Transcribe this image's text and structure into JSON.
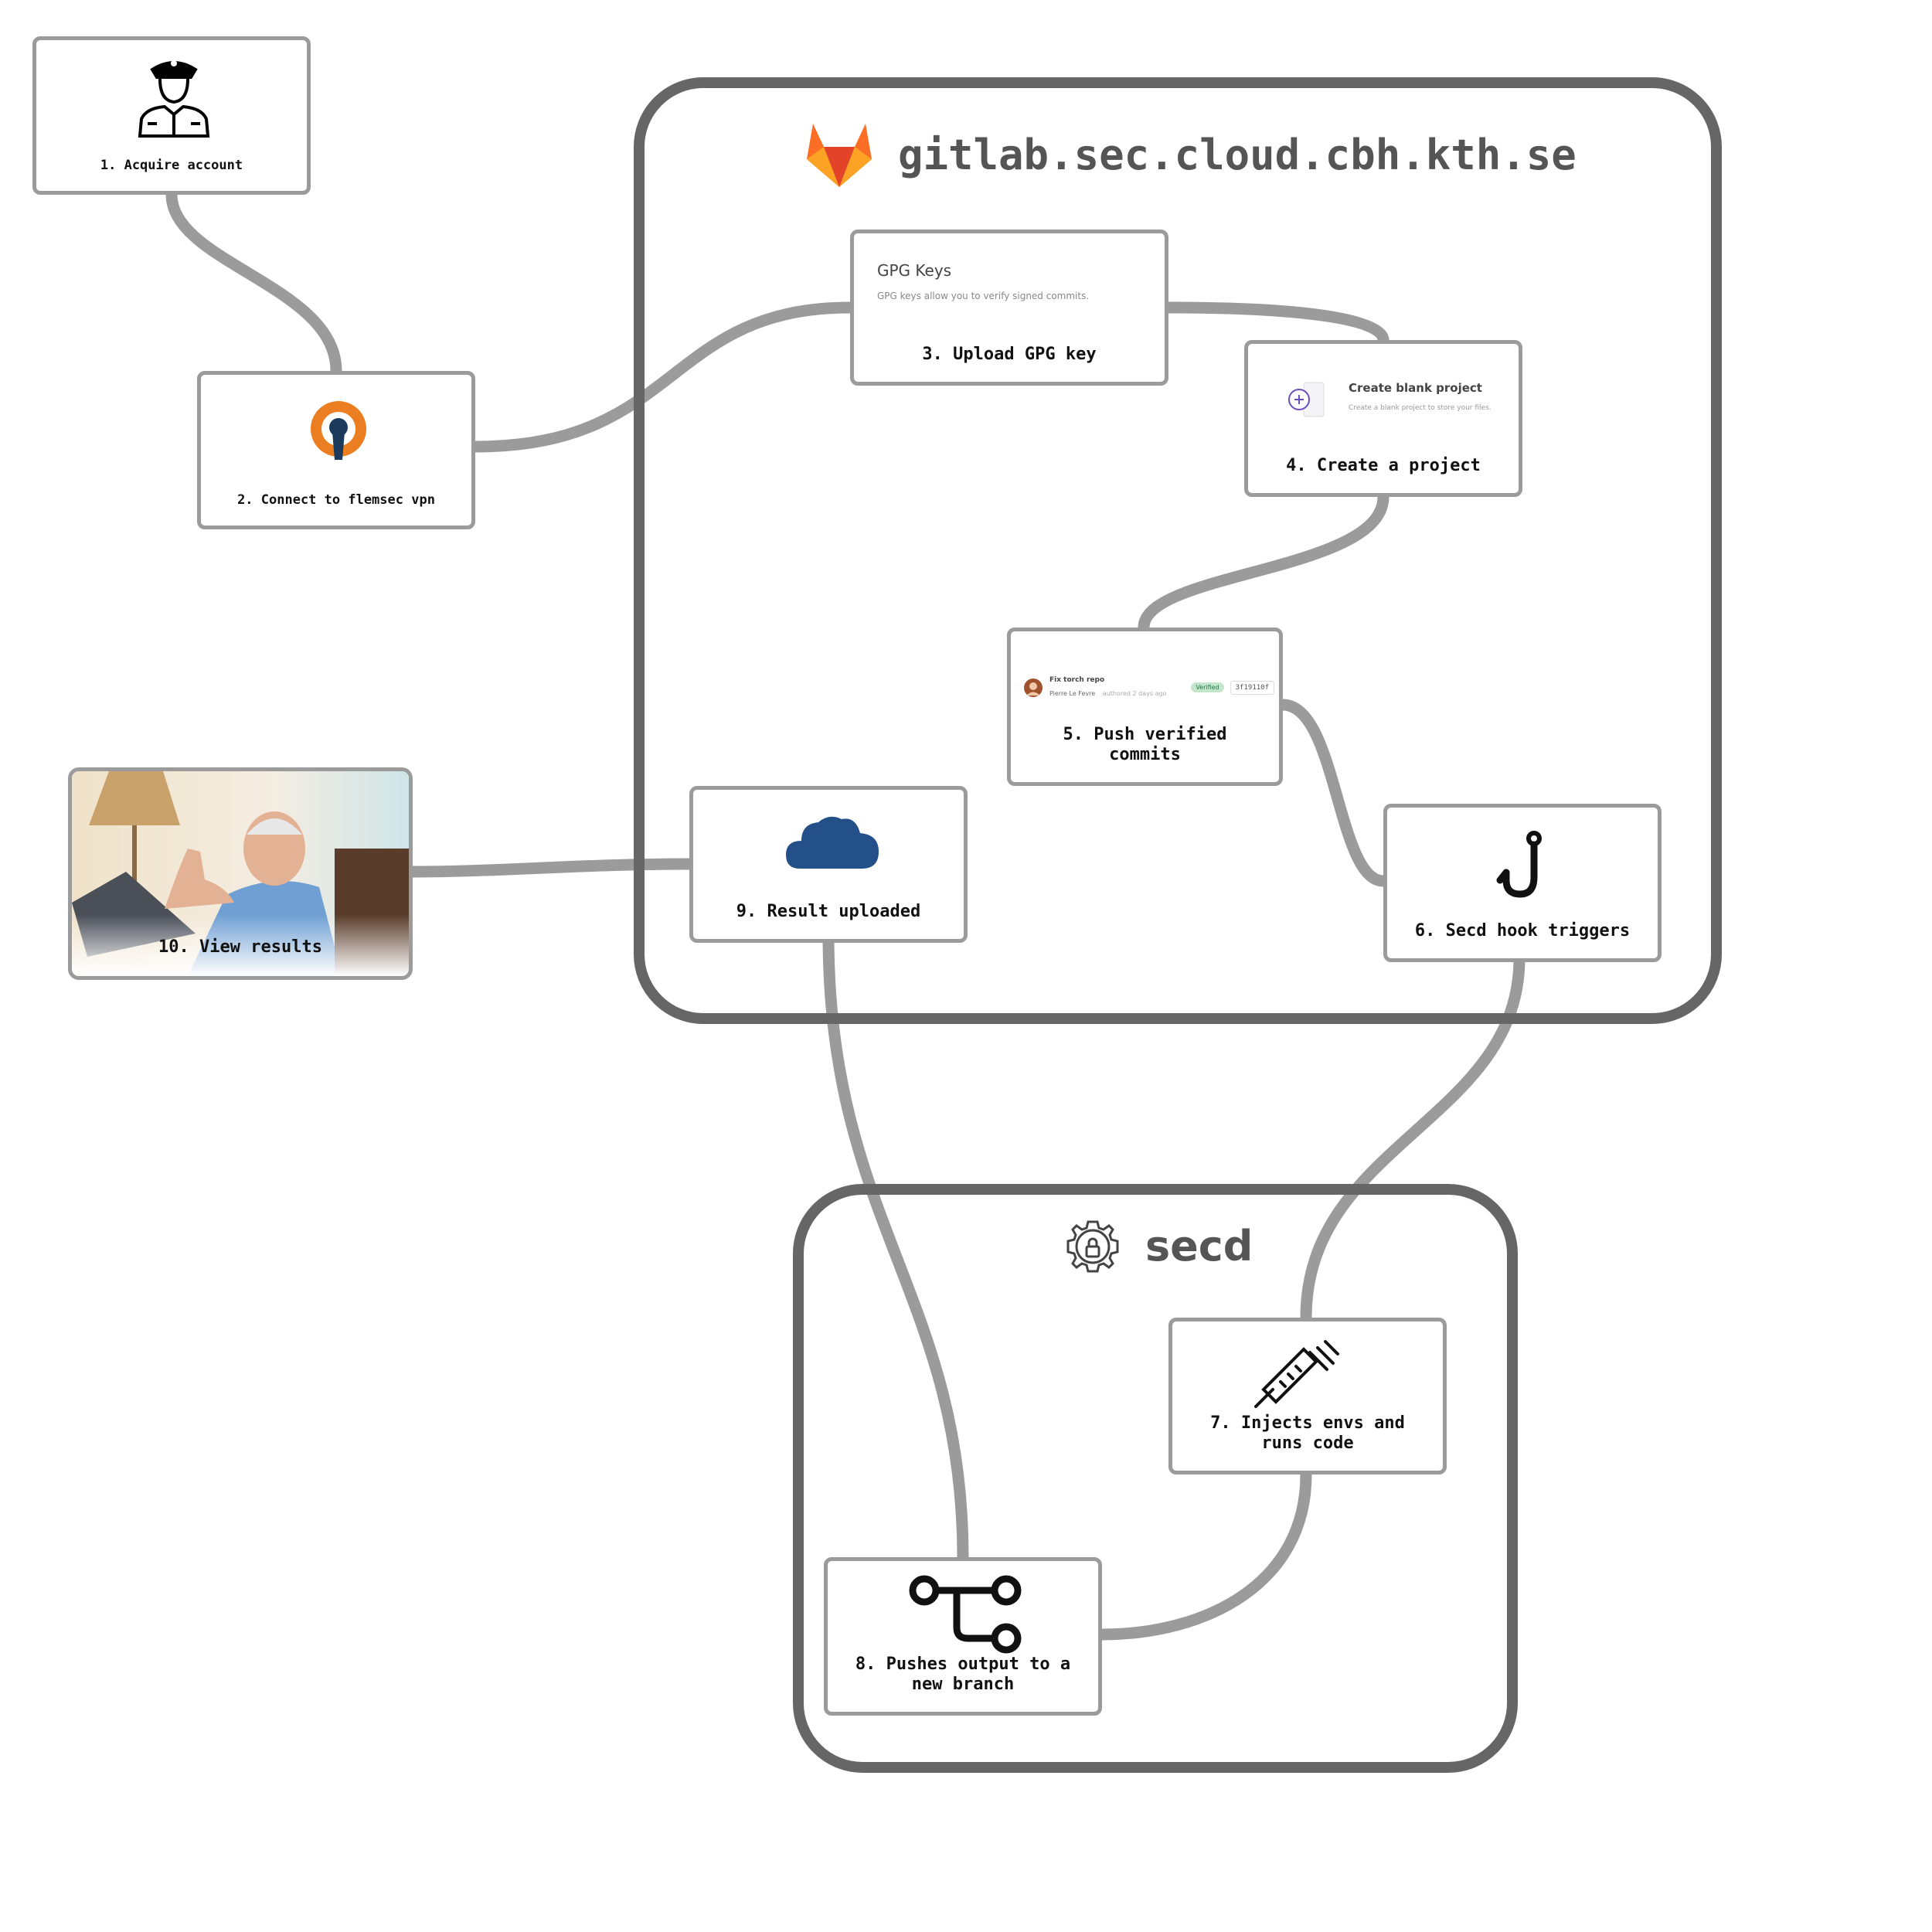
{
  "groups": {
    "gitlab": {
      "title": "gitlab.sec.cloud.cbh.kth.se"
    },
    "secd": {
      "title": "secd"
    }
  },
  "steps": [
    {
      "id": "s1",
      "label": "1. Acquire account",
      "icon": "police-officer-icon"
    },
    {
      "id": "s2",
      "label": "2. Connect to flemsec vpn",
      "icon": "openvpn-keyhole-icon"
    },
    {
      "id": "s3",
      "label": "3. Upload GPG key",
      "icon": "gpg-keys-screenshot"
    },
    {
      "id": "s4",
      "label": "4. Create a project",
      "icon": "create-project-screenshot"
    },
    {
      "id": "s5",
      "label": "5. Push verified\ncommits",
      "icon": "verified-commit-screenshot"
    },
    {
      "id": "s6",
      "label": "6. Secd hook triggers",
      "icon": "hook-icon"
    },
    {
      "id": "s7",
      "label": "7. Injects envs and\nruns code",
      "icon": "syringe-icon"
    },
    {
      "id": "s8",
      "label": "8. Pushes output to a\nnew branch",
      "icon": "branch-icon"
    },
    {
      "id": "s9",
      "label": "9. Result uploaded",
      "icon": "cloud-icon"
    },
    {
      "id": "s10",
      "label": "10. View results",
      "icon": "thumbs-up-man-photo"
    }
  ],
  "snippets": {
    "gpg": {
      "heading": "GPG Keys",
      "sub": "GPG keys allow you to verify signed commits."
    },
    "project": {
      "heading": "Create blank project",
      "sub": "Create a blank project to store your files."
    },
    "commit": {
      "title": "Fix torch repo",
      "author": "Pierre Le Fevre",
      "time": "authored 2 days ago",
      "badge": "Verified",
      "sha": "3f19110f"
    }
  },
  "colors": {
    "connector": "#9b9b9b",
    "group_border": "#666666",
    "node_border": "#9b9b9b",
    "gitlab_orange": "#e24329",
    "cloud_blue": "#24508a",
    "vpn_orange": "#ea7e20",
    "verified_green": "#1f7a43"
  }
}
